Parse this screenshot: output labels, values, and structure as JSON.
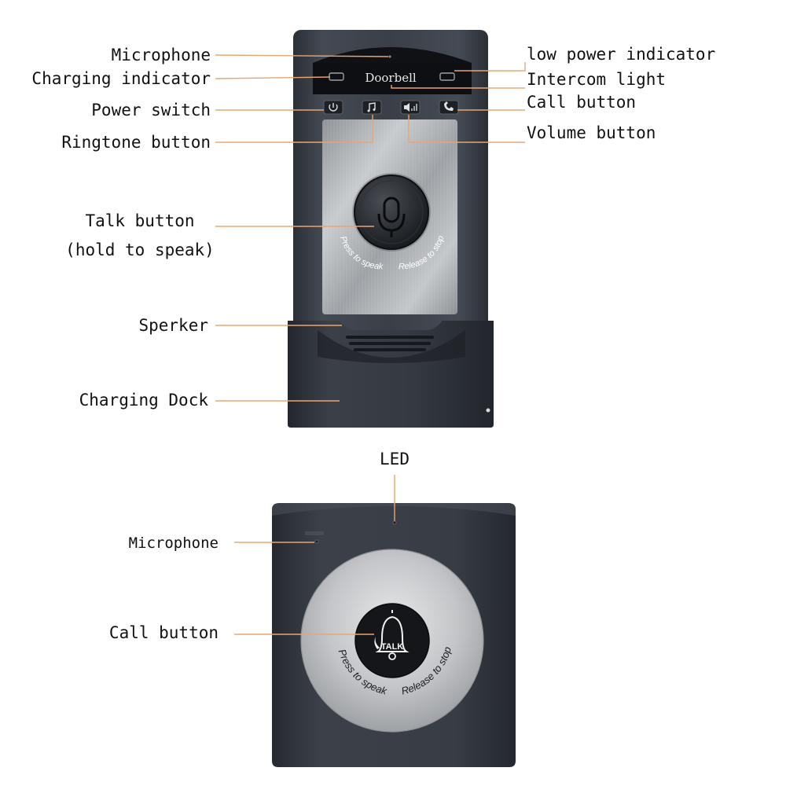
{
  "indoor_unit": {
    "screen_text": "Doorbell",
    "talk_ring_left": "Press to speak",
    "talk_ring_right": "Release to stop",
    "labels": {
      "microphone": "Microphone",
      "charging_indicator": "Charging indicator",
      "power_switch": "Power switch",
      "ringtone_button": "Ringtone button",
      "talk_button_line1": "Talk button",
      "talk_button_line2": "(hold to speak)",
      "speaker": "Sperker",
      "charging_dock": "Charging Dock",
      "low_power_indicator": "low power indicator",
      "intercom_light": "Intercom light",
      "call_button": "Call button",
      "volume_button": "Volume button"
    },
    "icons": [
      "power-icon",
      "music-note-icon",
      "volume-icon",
      "phone-icon"
    ]
  },
  "outdoor_unit": {
    "button_text": "TALK",
    "ring_left": "Press to speak",
    "ring_right": "Release to stop",
    "labels": {
      "led": "LED",
      "microphone": "Microphone",
      "call_button": "Call button"
    },
    "icons": [
      "bell-icon"
    ]
  },
  "colors": {
    "leader_line": "#e8a673",
    "housing": "#3a3f47",
    "brushed_panel": "#b9bcbf",
    "silver_ring": "#c9cbce"
  }
}
